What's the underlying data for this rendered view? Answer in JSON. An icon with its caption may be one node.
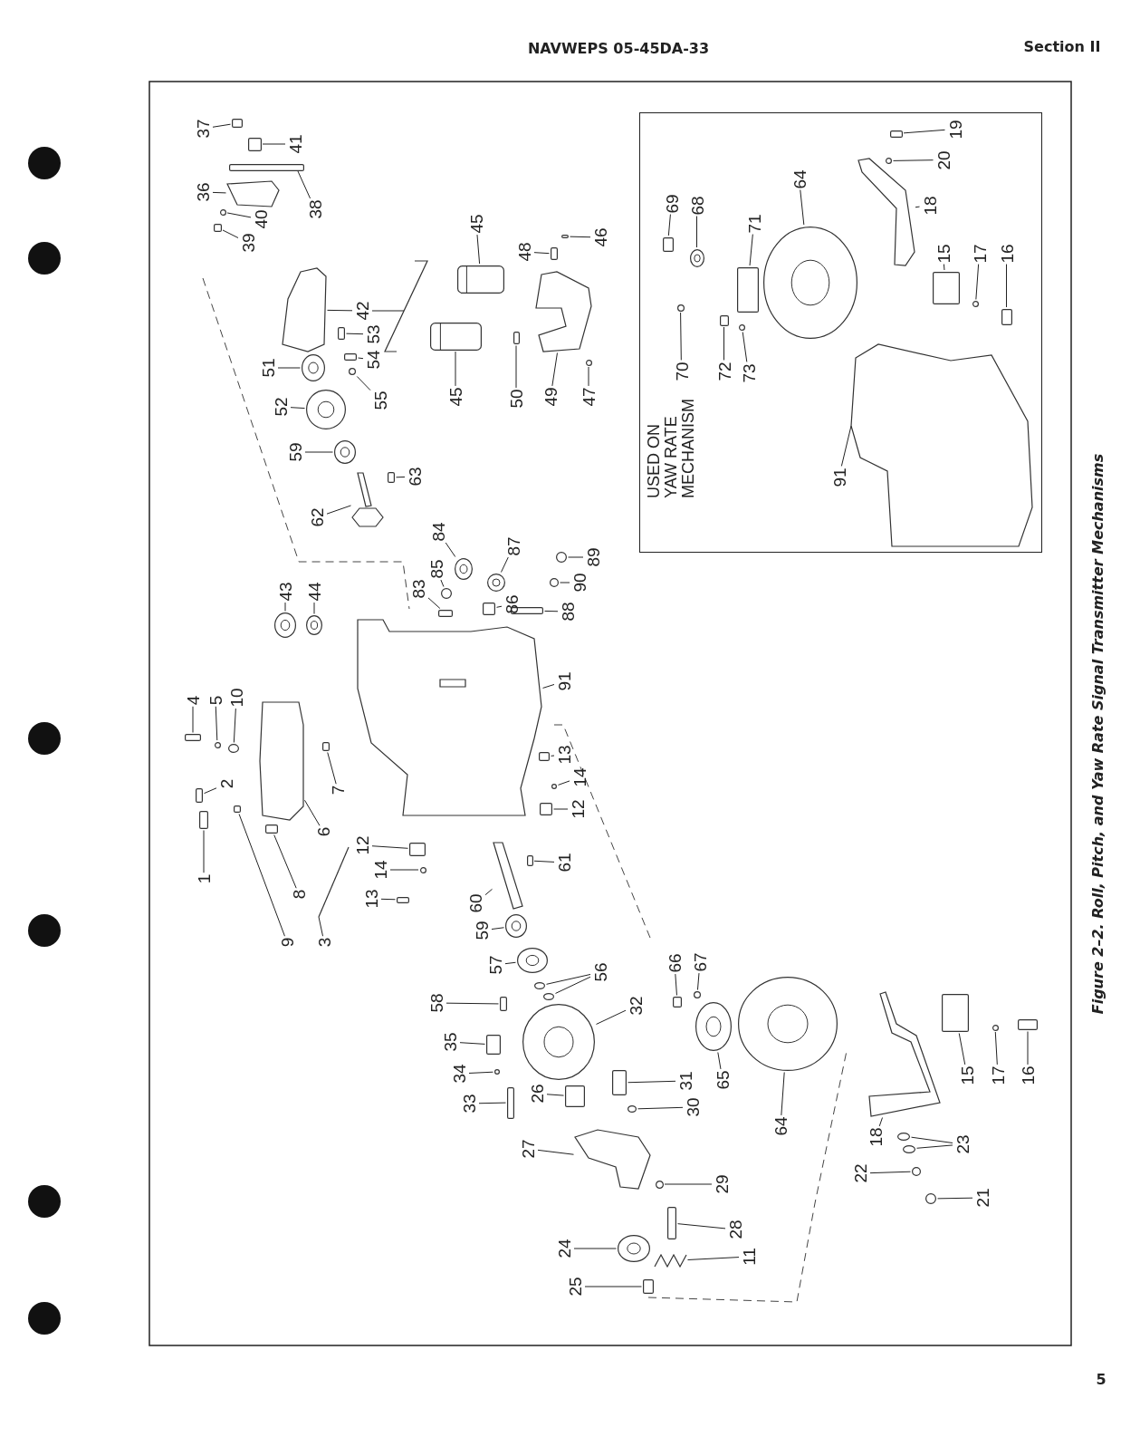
{
  "diagram": {
    "title": "NAVWEPS 05-45DA-33",
    "caption": "Figure 2–2. Roll, Pitch, and Yaw Rate Signal Transmitter Mechanisms",
    "nodes": [
      {
        "text": [
          "USED ON YAW RATE MECHANISM"
        ]
      },
      {
        "text": [
          "69"
        ],
        "in": 0
      },
      {
        "text": [
          "68"
        ],
        "in": 0
      },
      {
        "text": [
          "70"
        ],
        "in": 0
      },
      {
        "text": [
          "71"
        ],
        "in": 0
      },
      {
        "text": [
          "72"
        ],
        "in": 0
      },
      {
        "text": [
          "73"
        ],
        "in": 0
      },
      {
        "text": [
          "64"
        ],
        "in": 0
      },
      {
        "text": [
          "18"
        ],
        "in": 0
      },
      {
        "text": [
          "19"
        ],
        "in": 0
      },
      {
        "text": [
          "20"
        ],
        "in": 0
      },
      {
        "text": [
          "15"
        ],
        "in": 0
      },
      {
        "text": [
          "17"
        ],
        "in": 0
      },
      {
        "text": [
          "16"
        ],
        "in": 0
      },
      {
        "text": [
          "91"
        ],
        "in": 0
      },
      {
        "text": [
          "37"
        ]
      },
      {
        "text": [
          "41"
        ]
      },
      {
        "text": [
          "36"
        ]
      },
      {
        "text": [
          "40"
        ]
      },
      {
        "text": [
          "39"
        ]
      },
      {
        "text": [
          "38"
        ]
      },
      {
        "text": [
          "45"
        ]
      },
      {
        "text": [
          "48"
        ]
      },
      {
        "text": [
          "46"
        ]
      },
      {
        "text": [
          "42"
        ]
      },
      {
        "text": [
          "53"
        ]
      },
      {
        "text": [
          "54"
        ]
      },
      {
        "text": [
          "51"
        ]
      },
      {
        "text": [
          "55"
        ]
      },
      {
        "text": [
          "52"
        ]
      },
      {
        "text": [
          "45"
        ]
      },
      {
        "text": [
          "50"
        ]
      },
      {
        "text": [
          "49"
        ]
      },
      {
        "text": [
          "47"
        ]
      },
      {
        "text": [
          "59"
        ]
      },
      {
        "text": [
          "63"
        ]
      },
      {
        "text": [
          "62"
        ]
      },
      {
        "text": [
          "84"
        ]
      },
      {
        "text": [
          "87"
        ]
      },
      {
        "text": [
          "89"
        ]
      },
      {
        "text": [
          "85"
        ]
      },
      {
        "text": [
          "83"
        ]
      },
      {
        "text": [
          "43"
        ]
      },
      {
        "text": [
          "44"
        ]
      },
      {
        "text": [
          "90"
        ]
      },
      {
        "text": [
          "86"
        ]
      },
      {
        "text": [
          "88"
        ]
      },
      {
        "text": [
          "91"
        ]
      },
      {
        "text": [
          "4"
        ]
      },
      {
        "text": [
          "5"
        ]
      },
      {
        "text": [
          "10"
        ]
      },
      {
        "text": [
          "13"
        ]
      },
      {
        "text": [
          "14"
        ]
      },
      {
        "text": [
          "2"
        ]
      },
      {
        "text": [
          "7"
        ]
      },
      {
        "text": [
          "12"
        ]
      },
      {
        "text": [
          "6"
        ]
      },
      {
        "text": [
          "12"
        ]
      },
      {
        "text": [
          "61"
        ]
      },
      {
        "text": [
          "14"
        ]
      },
      {
        "text": [
          "1"
        ]
      },
      {
        "text": [
          "8"
        ]
      },
      {
        "text": [
          "13"
        ]
      },
      {
        "text": [
          "60"
        ]
      },
      {
        "text": [
          "59"
        ]
      },
      {
        "text": [
          "9"
        ]
      },
      {
        "text": [
          "3"
        ]
      },
      {
        "text": [
          "57"
        ]
      },
      {
        "text": [
          "66"
        ]
      },
      {
        "text": [
          "67"
        ]
      },
      {
        "text": [
          "56"
        ]
      },
      {
        "text": [
          "58"
        ]
      },
      {
        "text": [
          "32"
        ]
      },
      {
        "text": [
          "35"
        ]
      },
      {
        "text": [
          "34"
        ]
      },
      {
        "text": [
          "15"
        ]
      },
      {
        "text": [
          "17"
        ]
      },
      {
        "text": [
          "16"
        ]
      },
      {
        "text": [
          "31"
        ]
      },
      {
        "text": [
          "65"
        ]
      },
      {
        "text": [
          "26"
        ]
      },
      {
        "text": [
          "33"
        ]
      },
      {
        "text": [
          "30"
        ]
      },
      {
        "text": [
          "64"
        ]
      },
      {
        "text": [
          "18"
        ]
      },
      {
        "text": [
          "23"
        ]
      },
      {
        "text": [
          "27"
        ]
      },
      {
        "text": [
          "22"
        ]
      },
      {
        "text": [
          "29"
        ]
      },
      {
        "text": [
          "21"
        ]
      },
      {
        "text": [
          "28"
        ]
      },
      {
        "text": [
          "24"
        ]
      },
      {
        "text": [
          "11"
        ]
      },
      {
        "text": [
          "25"
        ]
      },
      {
        "text": [],
        "shape": "box",
        "in": 0
      },
      {
        "text": [],
        "shape": "circle",
        "in": 0
      },
      {
        "text": [],
        "shape": "circle",
        "in": 0
      },
      {
        "text": [],
        "shape": "box",
        "in": 0
      },
      {
        "text": [],
        "shape": "box",
        "in": 0
      },
      {
        "text": [],
        "shape": "circle",
        "in": 0
      },
      {
        "text": [],
        "shape": "circle",
        "in": 0
      },
      {
        "text": [],
        "shape": "picture",
        "in": 0
      },
      {
        "text": [],
        "shape": "box",
        "in": 0
      },
      {
        "text": [],
        "shape": "circle",
        "in": 0
      },
      {
        "text": [],
        "shape": "box",
        "in": 0
      },
      {
        "text": [],
        "shape": "circle",
        "in": 0
      },
      {
        "text": [],
        "shape": "box",
        "in": 0
      },
      {
        "text": [],
        "shape": "picture",
        "in": 0
      },
      {
        "text": [],
        "shape": "box"
      },
      {
        "text": [],
        "shape": "box"
      },
      {
        "text": [],
        "shape": "picture"
      },
      {
        "text": [],
        "shape": "circle"
      },
      {
        "text": [],
        "shape": "box"
      },
      {
        "text": [],
        "shape": "box"
      },
      {
        "text": [],
        "shape": "cylinder"
      },
      {
        "text": [],
        "shape": "box"
      },
      {
        "text": [],
        "shape": "box"
      },
      {
        "text": [],
        "shape": "picture"
      },
      {
        "text": [],
        "shape": "picture"
      },
      {
        "text": [],
        "shape": "box"
      },
      {
        "text": [],
        "shape": "box"
      },
      {
        "text": [],
        "shape": "circle"
      },
      {
        "text": [],
        "shape": "circle"
      },
      {
        "text": [],
        "shape": "circle"
      },
      {
        "text": [],
        "shape": "cylinder"
      },
      {
        "text": [],
        "shape": "box"
      },
      {
        "text": [],
        "shape": "picture"
      },
      {
        "text": [],
        "shape": "circle"
      },
      {
        "text": [],
        "shape": "circle"
      },
      {
        "text": [],
        "shape": "box"
      },
      {
        "text": [],
        "shape": "picture"
      },
      {
        "text": [],
        "shape": "circle"
      },
      {
        "text": [],
        "shape": "circle"
      },
      {
        "text": [],
        "shape": "circle"
      },
      {
        "text": [],
        "shape": "circle"
      },
      {
        "text": [],
        "shape": "box"
      },
      {
        "text": [],
        "shape": "circle"
      },
      {
        "text": [],
        "shape": "circle"
      },
      {
        "text": [],
        "shape": "circle"
      },
      {
        "text": [],
        "shape": "box"
      },
      {
        "text": [],
        "shape": "box"
      },
      {
        "text": [],
        "shape": "picture"
      },
      {
        "text": [],
        "shape": "box"
      },
      {
        "text": [],
        "shape": "circle"
      },
      {
        "text": [],
        "shape": "circle"
      },
      {
        "text": [],
        "shape": "box"
      },
      {
        "text": [],
        "shape": "circle"
      },
      {
        "text": [],
        "shape": "box"
      },
      {
        "text": [],
        "shape": "box"
      },
      {
        "text": [],
        "shape": "box"
      },
      {
        "text": [],
        "shape": "picture"
      },
      {
        "text": [],
        "shape": "box"
      },
      {
        "text": [],
        "shape": "box"
      },
      {
        "text": [],
        "shape": "circle"
      },
      {
        "text": [],
        "shape": "box"
      },
      {
        "text": [],
        "shape": "box"
      },
      {
        "text": [],
        "shape": "box"
      },
      {
        "text": [],
        "shape": "picture"
      },
      {
        "text": [],
        "shape": "circle"
      },
      {
        "text": [],
        "shape": "box"
      },
      {
        "text": [],
        "shape": "picture"
      },
      {
        "text": [],
        "shape": "circle"
      },
      {
        "text": [],
        "shape": "box"
      },
      {
        "text": [],
        "shape": "circle"
      },
      {
        "text": [],
        "shape": "circle"
      },
      {
        "text": [],
        "shape": "circle"
      },
      {
        "text": [],
        "shape": "box"
      },
      {
        "text": [],
        "shape": "circle"
      },
      {
        "text": [],
        "shape": "box"
      },
      {
        "text": [],
        "shape": "circle"
      },
      {
        "text": [],
        "shape": "box"
      },
      {
        "text": [],
        "shape": "circle"
      },
      {
        "text": [],
        "shape": "box"
      },
      {
        "text": [],
        "shape": "box"
      },
      {
        "text": [],
        "shape": "circle"
      },
      {
        "text": [],
        "shape": "box"
      },
      {
        "text": [],
        "shape": "box"
      },
      {
        "text": [],
        "shape": "circle"
      },
      {
        "text": [],
        "shape": "circle"
      },
      {
        "text": [],
        "shape": "picture"
      },
      {
        "text": [],
        "shape": "circle"
      },
      {
        "text": [],
        "shape": "circle"
      },
      {
        "text": [],
        "shape": "picture"
      },
      {
        "text": [],
        "shape": "circle"
      },
      {
        "text": [],
        "shape": "circle"
      },
      {
        "text": [],
        "shape": "circle"
      },
      {
        "text": [],
        "shape": "box"
      },
      {
        "text": [],
        "shape": "circle"
      },
      {
        "text": [],
        "shape": "picture"
      },
      {
        "text": [],
        "shape": "box"
      }
    ],
    "edges": [
      {
        "from": 1,
        "to": 94,
        "arrow": "none"
      },
      {
        "from": 2,
        "to": 95,
        "arrow": "none"
      },
      {
        "from": 3,
        "to": 96,
        "arrow": "none"
      },
      {
        "from": 4,
        "to": 97,
        "arrow": "none"
      },
      {
        "from": 5,
        "to": 98,
        "arrow": "none"
      },
      {
        "from": 6,
        "to": 99,
        "arrow": "none"
      },
      {
        "from": 7,
        "to": 100,
        "arrow": "none"
      },
      {
        "from": 8,
        "to": 101,
        "arrow": "none"
      },
      {
        "from": 9,
        "to": 102,
        "arrow": "none"
      },
      {
        "from": 10,
        "to": 103,
        "arrow": "none"
      },
      {
        "from": 11,
        "to": 104,
        "arrow": "none"
      },
      {
        "from": 12,
        "to": 105,
        "arrow": "none"
      },
      {
        "from": 13,
        "to": 106,
        "arrow": "none"
      },
      {
        "from": 14,
        "to": 107,
        "arrow": "none"
      },
      {
        "from": 15,
        "to": 108,
        "arrow": "none"
      },
      {
        "from": 16,
        "to": 109,
        "arrow": "none"
      },
      {
        "from": 17,
        "to": 110,
        "arrow": "none"
      },
      {
        "from": 18,
        "to": 111,
        "arrow": "none"
      },
      {
        "from": 19,
        "to": 112,
        "arrow": "none"
      },
      {
        "from": 20,
        "to": 113,
        "arrow": "none"
      },
      {
        "from": 21,
        "to": 114,
        "arrow": "none"
      },
      {
        "from": 22,
        "to": 115,
        "arrow": "none"
      },
      {
        "from": 23,
        "to": 116,
        "arrow": "none"
      },
      {
        "from": 24,
        "to": 117,
        "arrow": "none"
      },
      {
        "from": 24,
        "to": 118,
        "arrow": "none"
      },
      {
        "from": 25,
        "to": 119,
        "arrow": "none"
      },
      {
        "from": 26,
        "to": 120,
        "arrow": "none"
      },
      {
        "from": 27,
        "to": 121,
        "arrow": "none"
      },
      {
        "from": 28,
        "to": 122,
        "arrow": "none"
      },
      {
        "from": 29,
        "to": 123,
        "arrow": "none"
      },
      {
        "from": 30,
        "to": 124,
        "arrow": "none"
      },
      {
        "from": 31,
        "to": 125,
        "arrow": "none"
      },
      {
        "from": 32,
        "to": 126,
        "arrow": "none"
      },
      {
        "from": 33,
        "to": 127,
        "arrow": "none"
      },
      {
        "from": 34,
        "to": 128,
        "arrow": "none"
      },
      {
        "from": 35,
        "to": 129,
        "arrow": "none"
      },
      {
        "from": 36,
        "to": 130,
        "arrow": "none"
      },
      {
        "from": 37,
        "to": 131,
        "arrow": "none"
      },
      {
        "from": 38,
        "to": 132,
        "arrow": "none"
      },
      {
        "from": 39,
        "to": 133,
        "arrow": "none"
      },
      {
        "from": 40,
        "to": 134,
        "arrow": "none"
      },
      {
        "from": 41,
        "to": 135,
        "arrow": "none"
      },
      {
        "from": 42,
        "to": 136,
        "arrow": "none"
      },
      {
        "from": 43,
        "to": 137,
        "arrow": "none"
      },
      {
        "from": 44,
        "to": 138,
        "arrow": "none"
      },
      {
        "from": 45,
        "to": 139,
        "arrow": "none"
      },
      {
        "from": 46,
        "to": 140,
        "arrow": "none"
      },
      {
        "from": 47,
        "to": 141,
        "arrow": "none"
      },
      {
        "from": 48,
        "to": 142,
        "arrow": "none"
      },
      {
        "from": 49,
        "to": 143,
        "arrow": "none"
      },
      {
        "from": 50,
        "to": 144,
        "arrow": "none"
      },
      {
        "from": 51,
        "to": 145,
        "arrow": "none"
      },
      {
        "from": 52,
        "to": 146,
        "arrow": "none"
      },
      {
        "from": 53,
        "to": 147,
        "arrow": "none"
      },
      {
        "from": 54,
        "to": 148,
        "arrow": "none"
      },
      {
        "from": 55,
        "to": 149,
        "arrow": "none"
      },
      {
        "from": 56,
        "to": 150,
        "arrow": "none"
      },
      {
        "from": 57,
        "to": 151,
        "arrow": "none"
      },
      {
        "from": 58,
        "to": 152,
        "arrow": "none"
      },
      {
        "from": 59,
        "to": 153,
        "arrow": "none"
      },
      {
        "from": 60,
        "to": 154,
        "arrow": "none"
      },
      {
        "from": 61,
        "to": 155,
        "arrow": "none"
      },
      {
        "from": 62,
        "to": 156,
        "arrow": "none"
      },
      {
        "from": 63,
        "to": 157,
        "arrow": "none"
      },
      {
        "from": 64,
        "to": 158,
        "arrow": "none"
      },
      {
        "from": 65,
        "to": 159,
        "arrow": "none"
      },
      {
        "from": 66,
        "to": 160,
        "arrow": "none"
      },
      {
        "from": 67,
        "to": 161,
        "arrow": "none"
      },
      {
        "from": 68,
        "to": 162,
        "arrow": "none"
      },
      {
        "from": 69,
        "to": 163,
        "arrow": "none"
      },
      {
        "from": 70,
        "to": 164,
        "arrow": "none"
      },
      {
        "from": 70,
        "to": 165,
        "arrow": "none"
      },
      {
        "from": 71,
        "to": 166,
        "arrow": "none"
      },
      {
        "from": 72,
        "to": 167,
        "arrow": "none"
      },
      {
        "from": 73,
        "to": 168,
        "arrow": "none"
      },
      {
        "from": 74,
        "to": 169,
        "arrow": "none"
      },
      {
        "from": 75,
        "to": 170,
        "arrow": "none"
      },
      {
        "from": 76,
        "to": 171,
        "arrow": "none"
      },
      {
        "from": 77,
        "to": 172,
        "arrow": "none"
      },
      {
        "from": 78,
        "to": 173,
        "arrow": "none"
      },
      {
        "from": 79,
        "to": 174,
        "arrow": "none"
      },
      {
        "from": 80,
        "to": 175,
        "arrow": "none"
      },
      {
        "from": 81,
        "to": 176,
        "arrow": "none"
      },
      {
        "from": 82,
        "to": 177,
        "arrow": "none"
      },
      {
        "from": 83,
        "to": 178,
        "arrow": "none"
      },
      {
        "from": 84,
        "to": 179,
        "arrow": "none"
      },
      {
        "from": 85,
        "to": 180,
        "arrow": "none"
      },
      {
        "from": 85,
        "to": 181,
        "arrow": "none"
      },
      {
        "from": 86,
        "to": 182,
        "arrow": "none"
      },
      {
        "from": 87,
        "to": 183,
        "arrow": "none"
      },
      {
        "from": 88,
        "to": 184,
        "arrow": "none"
      },
      {
        "from": 89,
        "to": 185,
        "arrow": "none"
      },
      {
        "from": 90,
        "to": 186,
        "arrow": "none"
      },
      {
        "from": 91,
        "to": 187,
        "arrow": "none"
      },
      {
        "from": 92,
        "to": 188,
        "arrow": "none"
      },
      {
        "from": 93,
        "to": 189,
        "arrow": "none"
      }
    ],
    "labels": [
      "Section II",
      "5"
    ]
  }
}
